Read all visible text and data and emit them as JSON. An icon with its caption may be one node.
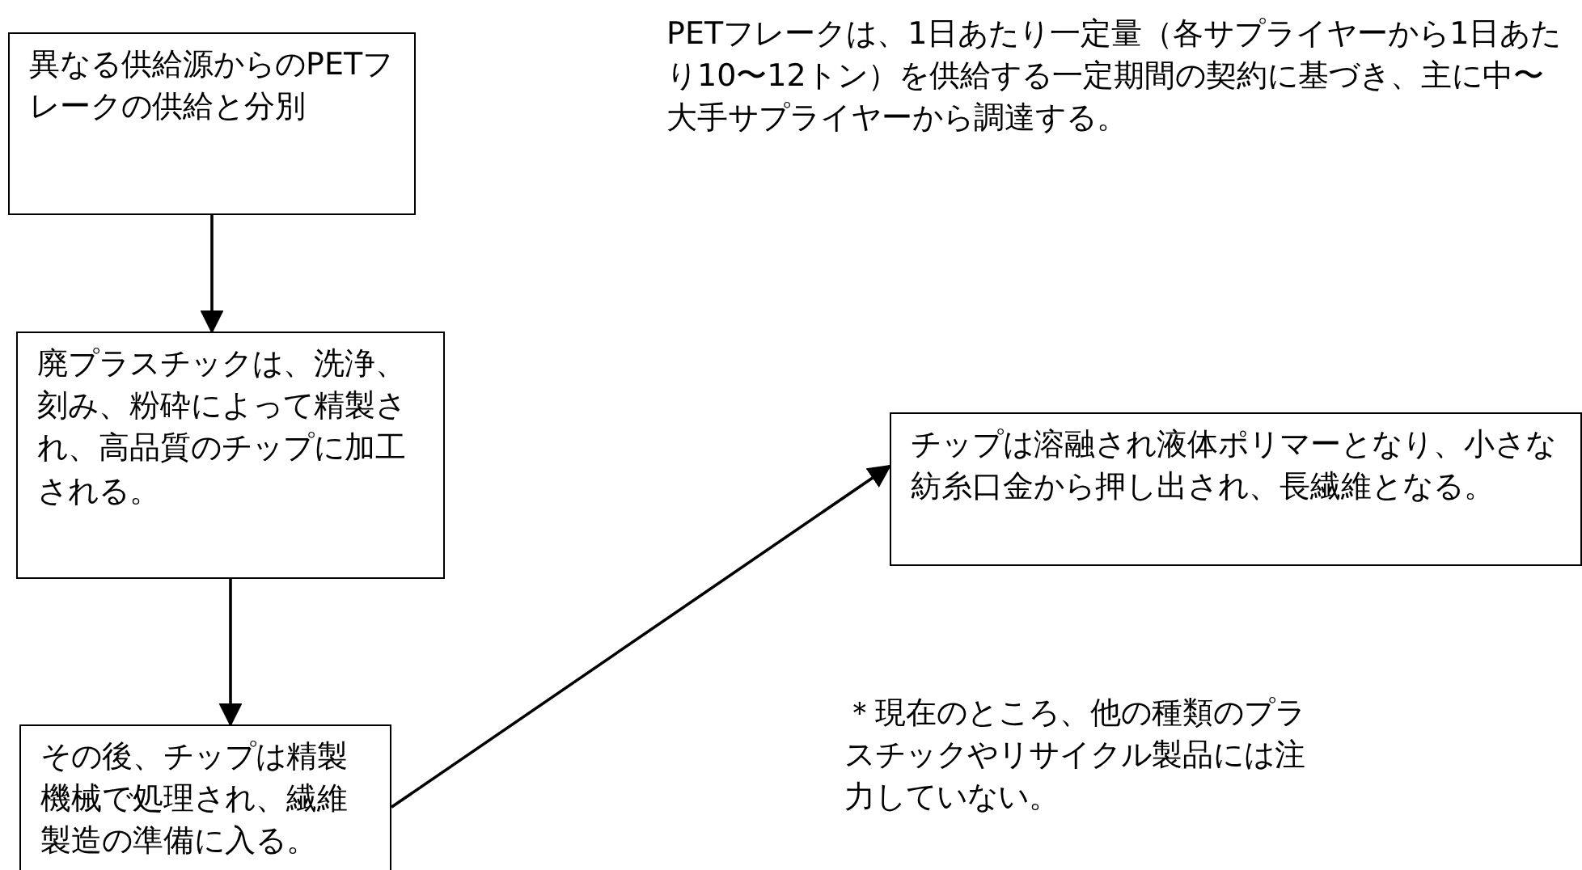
{
  "diagram": {
    "nodes": [
      {
        "text": [
          "異なる供給源からのPETフレークの供給と分別"
        ]
      },
      {
        "text": [
          "廃プラスチックは、洗浄、刻み、粉砕によって精製され、高品質のチップに加工される。"
        ]
      },
      {
        "text": [
          "その後、チップは精製機械で処理され、繊維製造の準備に入る。"
        ]
      },
      {
        "text": [
          "チップは溶融され液体ポリマーとなり、小さな紡糸口金から押し出され、長繊維となる。"
        ]
      }
    ],
    "edges": [
      {
        "from": 0,
        "to": 1,
        "arrow": "to"
      },
      {
        "from": 1,
        "to": 2,
        "arrow": "to"
      },
      {
        "from": 2,
        "to": 3,
        "arrow": "to"
      }
    ],
    "labels": [
      "PETフレークは、1日あたり一定量（各サプライヤーから1日あたり10〜12トン）を供給する一定期間の契約に基づき、主に中〜大手サプライヤーから調達する。",
      "＊現在のところ、他の種類のプラスチックやリサイクル製品には注力していない。"
    ]
  }
}
